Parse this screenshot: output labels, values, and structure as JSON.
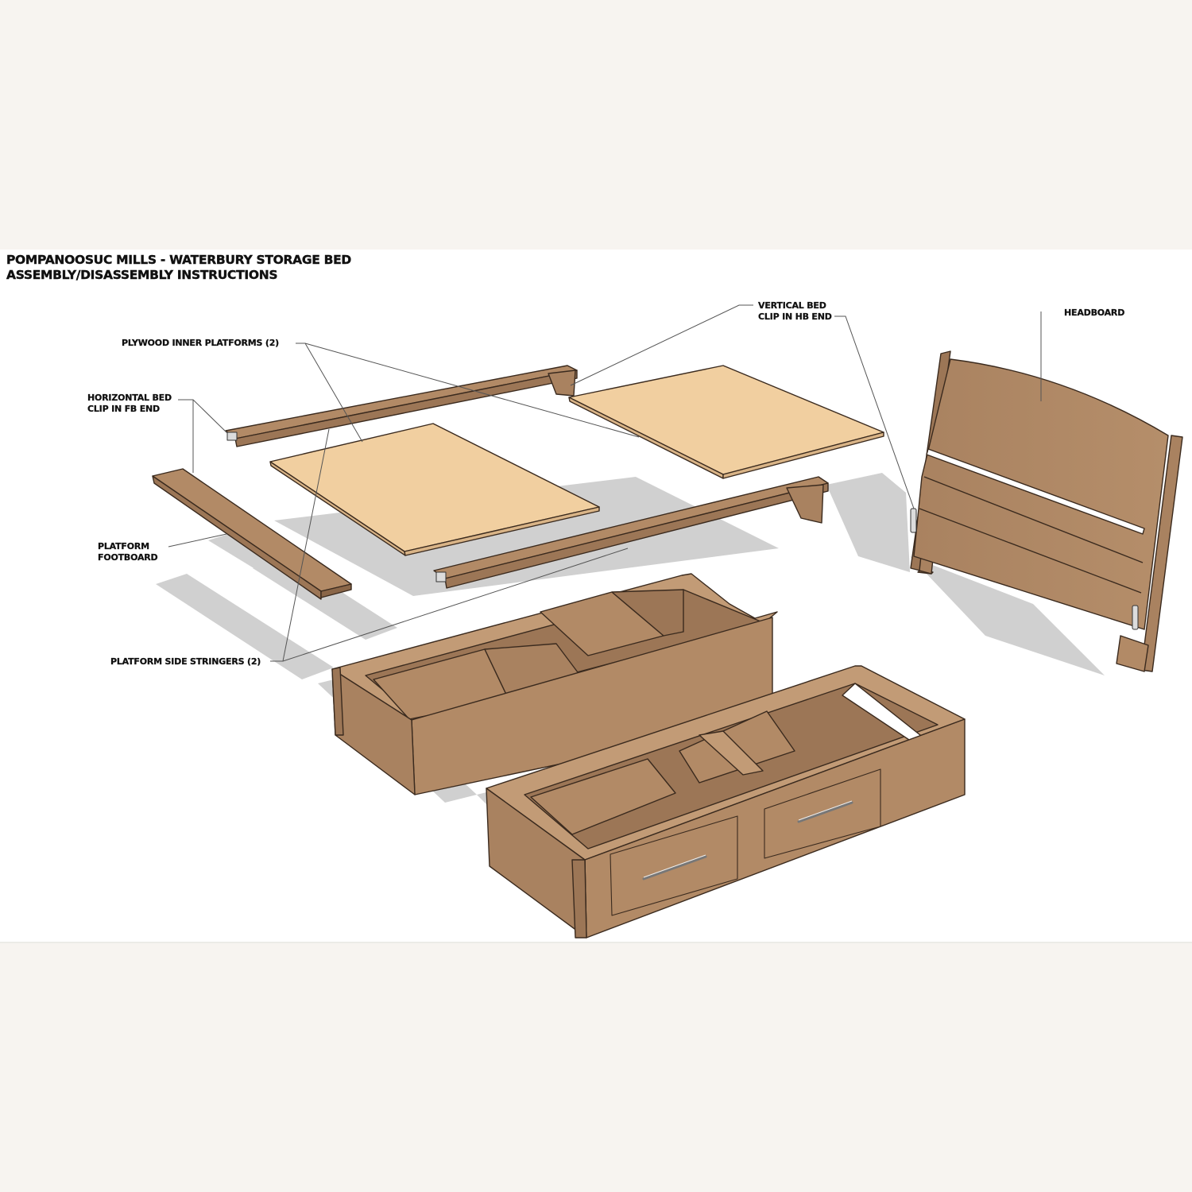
{
  "document": {
    "title_line1": "POMPANOOSUC MILLS - WATERBURY STORAGE BED",
    "title_line2": "ASSEMBLY/DISASSEMBLY INSTRUCTIONS"
  },
  "callouts": {
    "plywood_inner_platforms": "PLYWOOD INNER PLATFORMS (2)",
    "horizontal_bed_clip_line1": "HORIZONTAL BED",
    "horizontal_bed_clip_line2": "CLIP IN FB END",
    "vertical_bed_clip_line1": "VERTICAL BED",
    "vertical_bed_clip_line2": "CLIP IN HB END",
    "headboard": "HEADBOARD",
    "platform_footboard_line1": "PLATFORM",
    "platform_footboard_line2": "FOOTBOARD",
    "platform_side_stringers": "PLATFORM SIDE STRINGERS (2)"
  },
  "components": [
    {
      "name": "Headboard",
      "count": 1
    },
    {
      "name": "Platform footboard",
      "count": 1
    },
    {
      "name": "Platform side stringers",
      "count": 2
    },
    {
      "name": "Plywood inner platforms",
      "count": 2
    },
    {
      "name": "Open storage box",
      "count": 1
    },
    {
      "name": "Two-drawer storage box",
      "count": 1
    }
  ],
  "colors": {
    "page_background": "#f7f4f0",
    "panel_background": "#ffffff",
    "wood": "#b28a66",
    "wood_dark": "#9c7656",
    "wood_light": "#c29b76",
    "plywood": "#f1cfa0",
    "plywood_edge": "#d9b487",
    "shadow": "#cfcfcf",
    "outline": "#3a2a1e",
    "leader_line": "#555555",
    "text": "#111111"
  }
}
